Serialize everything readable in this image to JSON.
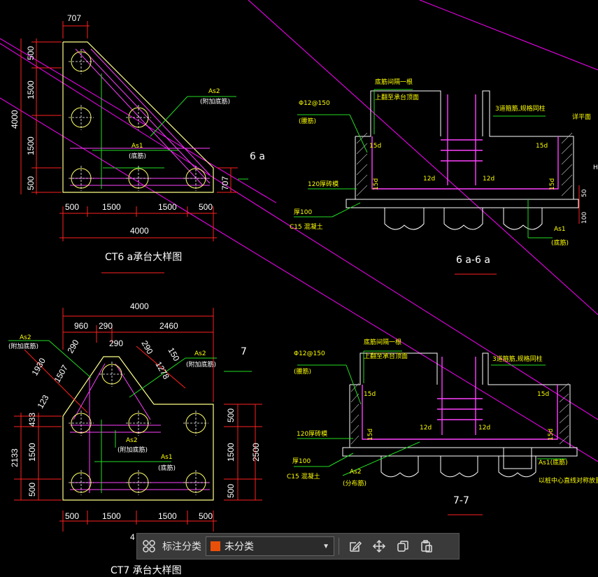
{
  "drawing": {
    "ct6a": {
      "title": "CT6 a承台大样图",
      "dims_top": "707",
      "dims_left": [
        "500",
        "1500",
        "1500",
        "500"
      ],
      "dims_left_total": "4000",
      "dims_right": "707",
      "dims_bottom": [
        "500",
        "1500",
        "1500",
        "500"
      ],
      "dims_bottom_total": "4000",
      "as1": "As1",
      "as1_sub": "(底筋)",
      "as2": "As2",
      "as2_sub": "(附加底筋)",
      "side_label": "6 a"
    },
    "sec6a": {
      "title": "6 a-6 a",
      "note_top": "底筋间隔一根",
      "note_top2": "上翻至承台顶面",
      "rebar": "Φ12@150",
      "rebar_sub": "(腰筋)",
      "note_right": "3道箍筋,规格同柱",
      "level": "详平面",
      "d15_tl": "15d",
      "d15_tr": "15d",
      "d12_a": "12d",
      "d12_b": "12d",
      "d15_bl": "15d",
      "d15_br": "15d",
      "brick": "120厚砖模",
      "cushion1": "厚100",
      "cushion2": "C15 混凝土",
      "as1": "As1",
      "as1_sub": "(底筋)",
      "side_dim1": "50",
      "side_dim2": "100",
      "cut_letter": "H"
    },
    "ct7": {
      "title": "CT7 承台大样图",
      "total_top": "4000",
      "seg_top": [
        "960",
        "290",
        "2460"
      ],
      "seg_290": "290",
      "diag_left": [
        "1930",
        "1507",
        "123"
      ],
      "diag_top": [
        "290",
        "290",
        "150",
        "1278"
      ],
      "as2_left": "As2",
      "as2_left_sub": "(附加底筋)",
      "as2_right": "As2",
      "as2_right_sub": "(附加底筋)",
      "as2_mid": "As2",
      "as2_mid_sub": "(附加底筋)",
      "as1": "As1",
      "as1_sub": "(底筋)",
      "dims_left": [
        "433",
        "1500",
        "500"
      ],
      "dims_left_total": "2133",
      "dims_right": [
        "500",
        "1500",
        "500"
      ],
      "dims_right_total": "2500",
      "dims_bottom": [
        "500",
        "1500",
        "1500",
        "500"
      ],
      "dims_bottom_total": "4",
      "side_label": "7"
    },
    "sec7": {
      "title": "7-7",
      "note_top": "底筋间隔一根",
      "note_top2": "上翻至承台顶面",
      "rebar": "Φ12@150",
      "rebar_sub": "(腰筋)",
      "note_right": "3道箍筋,规格同柱",
      "d15_tl": "15d",
      "d15_tr": "15d",
      "d12_a": "12d",
      "d12_b": "12d",
      "d15_bl": "15d",
      "d15_br": "15d",
      "brick": "120厚砖模",
      "cushion1": "厚100",
      "cushion2": "C15 混凝土",
      "as2": "As2",
      "as2_sub": "(分布筋)",
      "as1": "As1(底筋)",
      "pile_note": "以桩中心直线对称放置"
    }
  },
  "toolbar": {
    "label": "标注分类",
    "selected": "未分类",
    "swatch_color": "#e8500a",
    "icons": [
      "layout-grid-icon",
      "edit-icon",
      "move-icon",
      "copy-icon",
      "paste-icon"
    ]
  }
}
